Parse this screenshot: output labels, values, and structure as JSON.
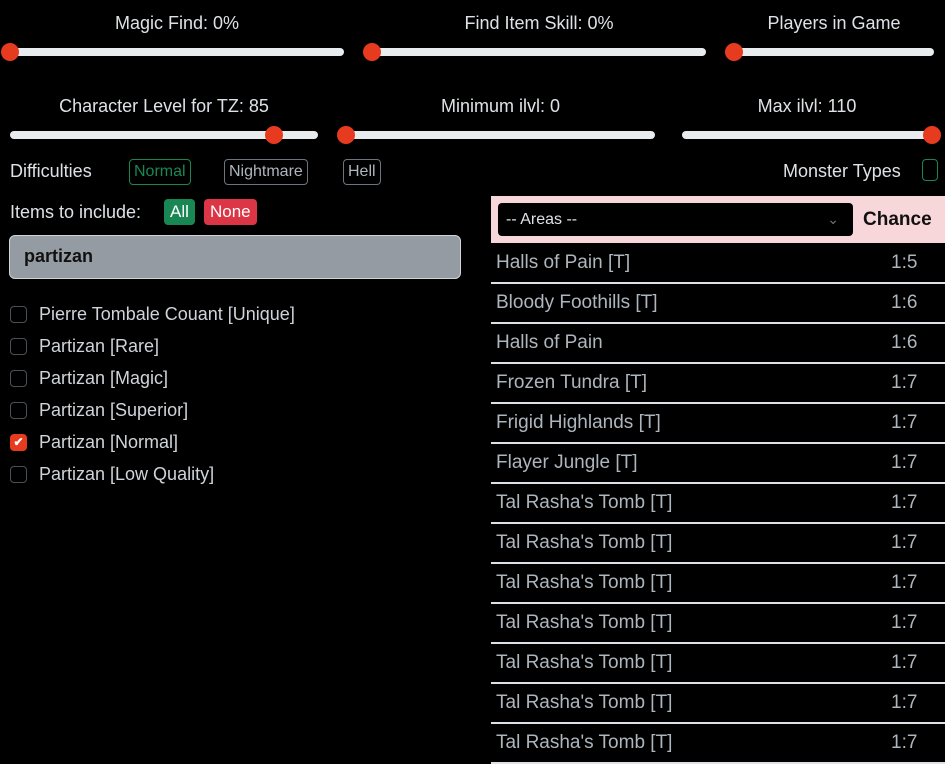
{
  "sliders_row1": [
    {
      "label": "Magic Find: 0%",
      "value": 0,
      "min": 0,
      "max": 100
    },
    {
      "label": "Find Item Skill: 0%",
      "value": 0,
      "min": 0,
      "max": 100
    },
    {
      "label": "Players in Game",
      "value": 1,
      "min": 1,
      "max": 8
    }
  ],
  "sliders_row2": [
    {
      "label": "Character Level for TZ: 85",
      "value": 85,
      "min": 1,
      "max": 99
    },
    {
      "label": "Minimum ilvl: 0",
      "value": 0,
      "min": 0,
      "max": 110
    },
    {
      "label": "Max ilvl: 110",
      "value": 110,
      "min": 0,
      "max": 110
    }
  ],
  "difficulties": {
    "label": "Difficulties",
    "options": [
      {
        "label": "Normal",
        "active": true
      },
      {
        "label": "Nightmare",
        "active": false
      },
      {
        "label": "Hell",
        "active": false
      }
    ]
  },
  "monster_types": {
    "label": "Monster Types"
  },
  "items": {
    "label": "Items to include:",
    "all": "All",
    "none": "None",
    "search_value": "partizan",
    "list": [
      {
        "label": "Pierre Tombale Couant [Unique]",
        "checked": false
      },
      {
        "label": "Partizan [Rare]",
        "checked": false
      },
      {
        "label": "Partizan [Magic]",
        "checked": false
      },
      {
        "label": "Partizan [Superior]",
        "checked": false
      },
      {
        "label": "Partizan [Normal]",
        "checked": true
      },
      {
        "label": "Partizan [Low Quality]",
        "checked": false
      }
    ]
  },
  "table": {
    "areas_select": "-- Areas --",
    "chance_header": "Chance",
    "rows": [
      {
        "area": "Halls of Pain [T]",
        "chance": "1:5"
      },
      {
        "area": "Bloody Foothills [T]",
        "chance": "1:6"
      },
      {
        "area": "Halls of Pain",
        "chance": "1:6"
      },
      {
        "area": "Frozen Tundra [T]",
        "chance": "1:7"
      },
      {
        "area": "Frigid Highlands [T]",
        "chance": "1:7"
      },
      {
        "area": "Flayer Jungle [T]",
        "chance": "1:7"
      },
      {
        "area": "Tal Rasha's Tomb [T]",
        "chance": "1:7"
      },
      {
        "area": "Tal Rasha's Tomb [T]",
        "chance": "1:7"
      },
      {
        "area": "Tal Rasha's Tomb [T]",
        "chance": "1:7"
      },
      {
        "area": "Tal Rasha's Tomb [T]",
        "chance": "1:7"
      },
      {
        "area": "Tal Rasha's Tomb [T]",
        "chance": "1:7"
      },
      {
        "area": "Tal Rasha's Tomb [T]",
        "chance": "1:7"
      },
      {
        "area": "Tal Rasha's Tomb [T]",
        "chance": "1:7"
      }
    ]
  },
  "colors": {
    "accent": "#e63b1e",
    "success": "#198754",
    "danger": "#dc3545",
    "header_bg": "#f8d7da"
  }
}
